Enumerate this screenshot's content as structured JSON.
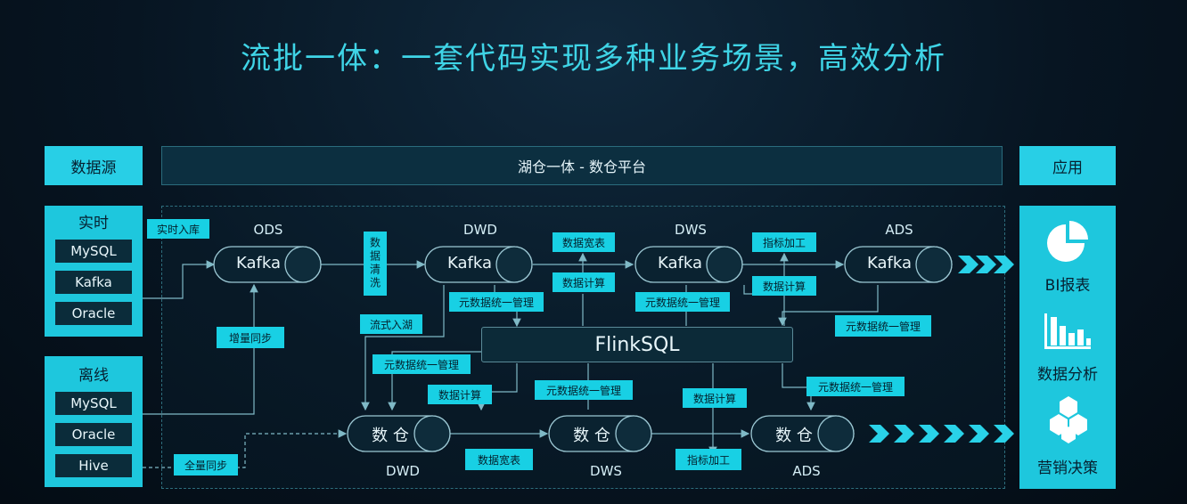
{
  "title": "流批一体：一套代码实现多种业务场景，高效分析",
  "headers": {
    "source": "数据源",
    "platform": "湖仓一体 - 数仓平台",
    "app": "应用"
  },
  "realtime": {
    "heading": "实时",
    "items": [
      "MySQL",
      "Kafka",
      "Oracle"
    ],
    "tag": "实时入库"
  },
  "offline": {
    "heading": "离线",
    "items": [
      "MySQL",
      "Oracle",
      "Hive"
    ],
    "tag": "全量同步"
  },
  "layers_top": [
    "ODS",
    "DWD",
    "DWS",
    "ADS"
  ],
  "layers_bottom": [
    "DWD",
    "DWS",
    "ADS"
  ],
  "kafka_label": "Kafka",
  "warehouse_label": "数 仓",
  "flink_label": "FlinkSQL",
  "labels": {
    "clean": "数据清洗",
    "incr_sync": "增量同步",
    "stream_lake": "流式入湖",
    "meta1": "元数据统一管理",
    "meta2": "元数据统一管理",
    "meta3": "元数据统一管理",
    "meta4": "元数据统一管理",
    "meta5": "元数据统一管理",
    "meta6": "元数据统一管理",
    "wide_top": "数据宽表",
    "calc_top1": "数据计算",
    "index_top": "指标加工",
    "calc_top2": "数据计算",
    "calc_bottom1": "数据计算",
    "calc_bottom2": "数据计算",
    "wide_bottom": "数据宽表",
    "index_bottom": "指标加工"
  },
  "apps": [
    {
      "label": "BI报表",
      "icon": "pie-chart-icon"
    },
    {
      "label": "数据分析",
      "icon": "bar-chart-icon"
    },
    {
      "label": "营销决策",
      "icon": "hexagon-icon"
    }
  ]
}
